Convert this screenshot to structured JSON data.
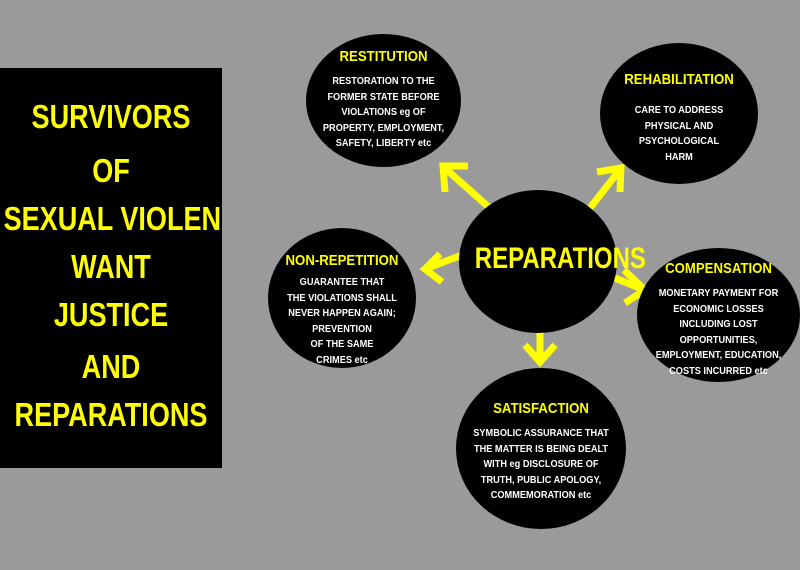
{
  "left_panel": {
    "lines": [
      "SURVIVORS",
      "OF",
      "SEXUAL VIOLENCE",
      "WANT",
      "JUSTICE",
      "AND",
      "REPARATIONS"
    ]
  },
  "center": {
    "label": "REPARATIONS"
  },
  "nodes": {
    "restitution": {
      "title": "RESTITUTION",
      "body": "RESTORATION TO THE\nFORMER STATE BEFORE\nVIOLATIONS eg OF\nPROPERTY, EMPLOYMENT,\nSAFETY, LIBERTY etc"
    },
    "rehabilitation": {
      "title": "REHABILITATION",
      "body": "CARE TO ADDRESS\nPHYSICAL AND PSYCHOLOGICAL\nHARM"
    },
    "non_repetition": {
      "title": "NON-REPETITION",
      "body": "GUARANTEE THAT\nTHE VIOLATIONS SHALL\nNEVER HAPPEN AGAIN;\nPREVENTION\nOF THE SAME\nCRIMES etc"
    },
    "compensation": {
      "title": "COMPENSATION",
      "body": "MONETARY PAYMENT FOR\nECONOMIC LOSSES\nINCLUDING LOST\nOPPORTUNITIES,\nEMPLOYMENT, EDUCATION,\nCOSTS INCURRED etc"
    },
    "satisfaction": {
      "title": "SATISFACTION",
      "body": "SYMBOLIC ASSURANCE THAT\nTHE MATTER IS BEING DEALT\nWITH eg DISCLOSURE OF\nTRUTH, PUBLIC APOLOGY,\nCOMMEMORATION etc"
    }
  },
  "colors": {
    "background": "#9a9a9a",
    "panel": "#000000",
    "accent": "#ffff00",
    "text": "#ffffff"
  }
}
